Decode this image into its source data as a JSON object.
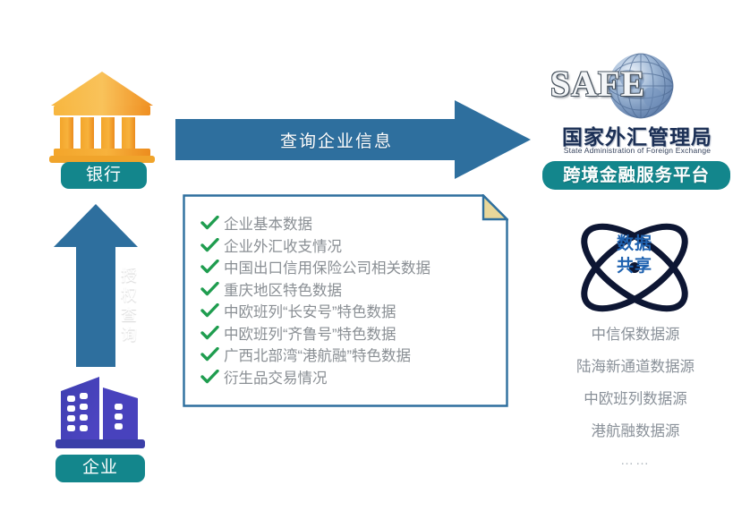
{
  "colors": {
    "teal": "#13868c",
    "arrow_blue": "#2e6f9e",
    "bank_orange": "#f5a623",
    "enterprise_purple": "#3b3fa8",
    "note_border": "#2e6f9e",
    "note_fold": "#e8d79a",
    "check_green": "#1f9d4f",
    "text_gray": "#8a8f94",
    "safe_navy": "#1b2f55",
    "data_share_blue": "#1f62b0"
  },
  "bank": {
    "icon": "bank-building-icon",
    "label": "银行"
  },
  "enterprise": {
    "icon": "office-buildings-icon",
    "label": "企业"
  },
  "query_arrow": {
    "icon": "right-arrow-icon",
    "label": "查询企业信息"
  },
  "authorize_arrow": {
    "icon": "up-arrow-icon",
    "label": "授权查询"
  },
  "note": {
    "icon": "folded-corner-note-icon",
    "items": [
      "企业基本数据",
      "企业外汇收支情况",
      "中国出口信用保险公司相关数据",
      "重庆地区特色数据",
      "中欧班列“长安号”特色数据",
      "中欧班列“齐鲁号”特色数据",
      "广西北部湾“港航融”特色数据",
      "衍生品交易情况"
    ]
  },
  "safe": {
    "globe_icon": "globe-icon",
    "acronym": "SAFE",
    "name_cn": "国家外汇管理局",
    "name_en": "State Administration of Foreign Exchange",
    "platform_label": "跨境金融服务平台"
  },
  "data_sharing": {
    "icon": "atom-orbit-icon",
    "title_line1": "数据",
    "title_line2": "共享",
    "sources": [
      "中信保数据源",
      "陆海新通道数据源",
      "中欧班列数据源",
      "港航融数据源"
    ],
    "ellipsis": "……"
  }
}
